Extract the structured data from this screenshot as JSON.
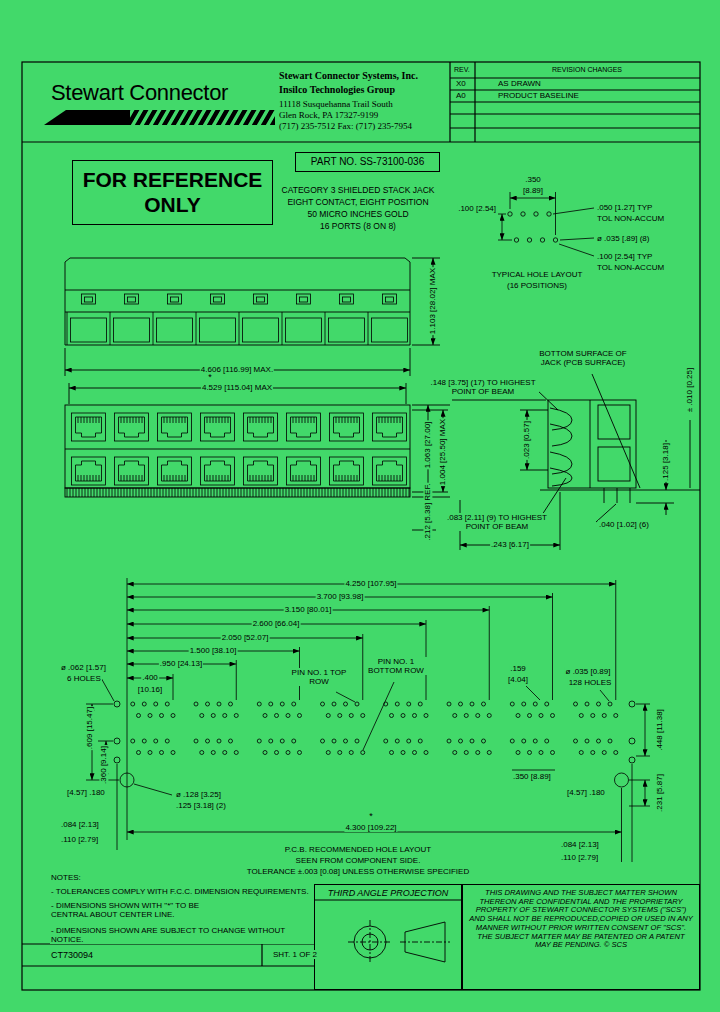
{
  "diagram": {
    "nodes": [
      {
        "text": [
          "FOR REFERENCE ONLY"
        ]
      },
      {
        "text": [
          "PART NO. SS-73100-036"
        ]
      },
      {
        "text": [
          "THIRD ANGLE PROJECTION"
        ]
      },
      {
        "text": [
          "THIS DRAWING AND THE SUBJECT MATTER SHOWN THEREON ARE CONFIDENTIAL AND THE PROPRIETARY PROPERTY OF STEWART CONNECTOR SYSTEMS (\"SCS\") AND SHALL NOT BE REPRODUCED,COPIED OR USED IN ANY MANNER WITHOUT PRIOR WRITTEN CONSENT OF \"SCS\". THE SUBJECT MATTER MAY BE PATENTED OR A PATENT MAY BE PENDING. © SCS"
        ]
      }
    ],
    "labels": [
      "Stewart Connector",
      "Stewart Connector Systems, Inc.",
      "Insilco Technologies Group",
      "11118 Susquehanna Trail South",
      "Glen Rock, PA 17327-9199",
      "(717) 235-7512 Fax: (717) 235-7954",
      "REV.",
      "REVISION CHANGES",
      "X0",
      "AS DRAWN",
      "A0",
      "PRODUCT BASELINE",
      "CATEGORY 3 SHIELDED STACK JACK",
      "EIGHT CONTACT, EIGHT POSITION",
      "50 MICRO INCHES GOLD",
      "16 PORTS (8 ON 8)",
      ".350",
      "[8.89]",
      ".100 [2.54]",
      ".050 [1.27] TYP",
      "TOL NON-ACCUM",
      "ø .035 [.89] (8)",
      ".100 [2.54] TYP",
      "TOL NON-ACCUM",
      "TYPICAL HOLE LAYOUT",
      "(16 POSITIONS)",
      "1.103 [28.02] MAX",
      "4.606 [116.99] MAX.",
      "*",
      "4.529 [115.04] MAX",
      ".148 [3.75] (17) TO HIGHEST POINT OF BEAM",
      "BOTTOM SURFACE OF JACK (PCB SURFACE)",
      ".125 [3.18]",
      "± .010 [0.25]",
      "1.063 [27.00]",
      "1.004 [25.50] MAX",
      ".023 [0.57]",
      ".212 [5.38] REF.",
      ".083 [2.11] (9) TO HIGHEST POINT OF BEAM",
      ".040 [1.02] (6)",
      ".243 [6.17]",
      "4.250 [107.95]",
      "3.700 [93.98]",
      "3.150 [80.01]",
      "2.600 [66.04]",
      "2.050 [52.07]",
      "1.500 [38.10]",
      ".950 [24.13]",
      ".400",
      "[10.16]",
      "ø .062 [1.57]",
      "6 HOLES",
      ".609 [15.47]",
      ".360 [9.14]",
      "[4.57] .180",
      "ø .128 [3.25]",
      ".125 [3.18] (2)",
      ".084 [2.13]",
      ".110 [2.79]",
      "PIN NO. 1 TOP ROW",
      "PIN NO. 1 BOTTOM ROW",
      ".159",
      "[4.04]",
      "ø .035 [0.89]",
      "128 HOLES",
      ".448 [11.38]",
      ".350 [8.89]",
      "[4.57] .180",
      ".231 [5.87]",
      "*",
      "4.300 [109.22]",
      ".084 [2.13]",
      ".110 [2.79]",
      "P.C.B. RECOMMENDED HOLE LAYOUT",
      "SEEN FROM COMPONENT SIDE.",
      "TOLERANCE ±.003 [0.08] UNLESS OTHERWISE SPECIFIED",
      "NOTES:",
      "- TOLERANCES COMPLY WITH F.C.C. DIMENSION REQUIREMENTS.",
      "- DIMENSIONS SHOWN WITH \"*\" TO BE CENTRAL ABOUT CENTER LINE.",
      "- DIMENSIONS SHOWN ARE SUBJECT TO CHANGE WITHOUT NOTICE.",
      "CT730094",
      "SHT. 1 OF 2"
    ]
  }
}
